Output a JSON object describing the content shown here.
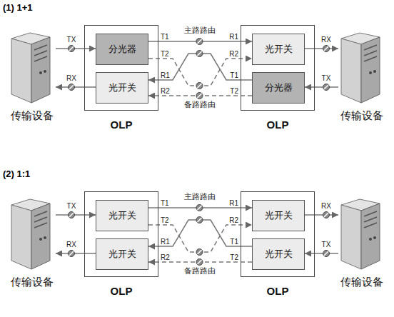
{
  "diagram": {
    "nodes": [
      {
        "text": [
          "传输设备"
        ]
      },
      {
        "text": [
          "OLP"
        ]
      },
      {
        "text": [
          "分光器"
        ],
        "in": 1
      },
      {
        "text": [
          "光开关"
        ],
        "in": 1
      },
      {
        "text": [
          "OLP"
        ]
      },
      {
        "text": [
          "光开关"
        ],
        "in": 4
      },
      {
        "text": [
          "分光器"
        ],
        "in": 4
      },
      {
        "text": [
          "传输设备"
        ]
      },
      {
        "text": [
          "传输设备"
        ]
      },
      {
        "text": [
          "OLP"
        ]
      },
      {
        "text": [
          "光开关"
        ],
        "in": 9
      },
      {
        "text": [
          "光开关"
        ],
        "in": 9
      },
      {
        "text": [
          "OLP"
        ]
      },
      {
        "text": [
          "光开关"
        ],
        "in": 12
      },
      {
        "text": [
          "光开关"
        ],
        "in": 12
      },
      {
        "text": [
          "传输设备"
        ]
      }
    ],
    "edges": [
      {
        "from": 0,
        "to": 2,
        "arrow": "to",
        "label": "TX"
      },
      {
        "from": 3,
        "to": 0,
        "arrow": "to",
        "label": "RX"
      },
      {
        "from": 2,
        "to": 5,
        "arrow": "to",
        "label": "主路路由"
      },
      {
        "from": 2,
        "to": 5,
        "arrow": "to"
      },
      {
        "from": 6,
        "to": 3,
        "arrow": "to"
      },
      {
        "from": 6,
        "to": 3,
        "arrow": "to",
        "label": "备路路由"
      },
      {
        "from": 5,
        "to": 7,
        "arrow": "to",
        "label": "RX"
      },
      {
        "from": 7,
        "to": 6,
        "arrow": "to",
        "label": "TX"
      },
      {
        "from": 8,
        "to": 10,
        "arrow": "to",
        "label": "TX"
      },
      {
        "from": 11,
        "to": 8,
        "arrow": "to",
        "label": "RX"
      },
      {
        "from": 10,
        "to": 13,
        "arrow": "to",
        "label": "主路路由"
      },
      {
        "from": 10,
        "to": 13,
        "arrow": "to"
      },
      {
        "from": 14,
        "to": 11,
        "arrow": "to"
      },
      {
        "from": 14,
        "to": 11,
        "arrow": "to",
        "label": "备路路由"
      },
      {
        "from": 13,
        "to": 15,
        "arrow": "to",
        "label": "RX"
      },
      {
        "from": 15,
        "to": 14,
        "arrow": "to",
        "label": "TX"
      }
    ],
    "labels": [
      "(1) 1+1",
      "T1",
      "T2",
      "R1",
      "R2",
      "R1",
      "R2",
      "T1",
      "T2",
      "(2) 1:1",
      "T1",
      "T2",
      "R1",
      "R2",
      "R1",
      "R2",
      "T1",
      "T2"
    ]
  }
}
